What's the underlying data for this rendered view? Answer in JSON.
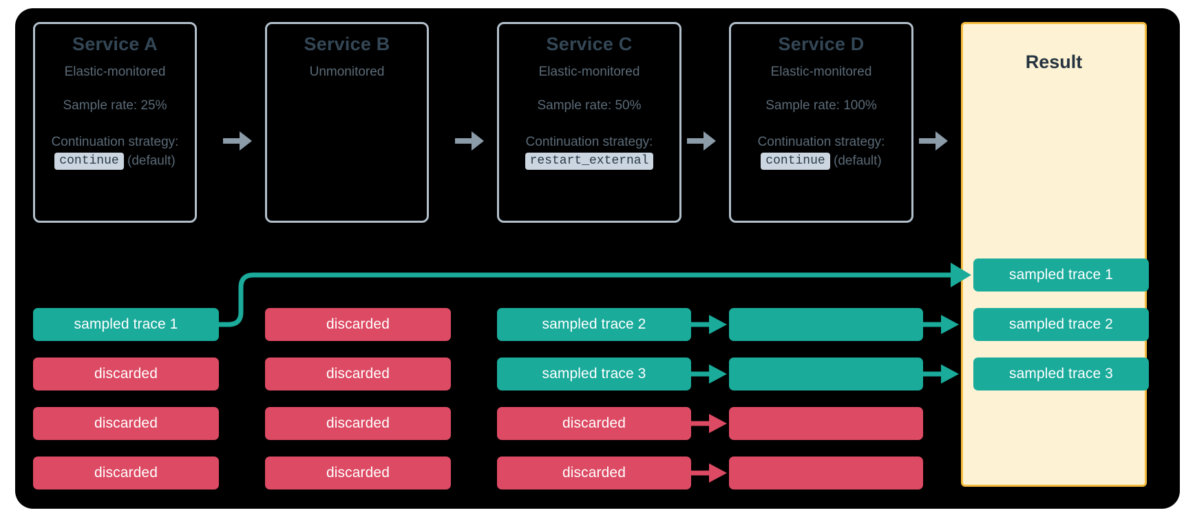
{
  "diagram": {
    "title": "Distributed tracing sampling continuation across services",
    "colors": {
      "canvas_background": "#000000",
      "service_border": "#b3c0cc",
      "service_title_text": "#344756",
      "service_body_text": "#5b6b78",
      "code_badge_background": "#cbd6e0",
      "result_background": "#fdf3d4",
      "result_border": "#f5bd3f",
      "sampled_teal": "#1aab9b",
      "discarded_red": "#dd4a63",
      "gray_arrow": "#8c9ba8"
    }
  },
  "services": [
    {
      "id": "service-a",
      "title": "Service A",
      "monitoring": "Elastic-monitored",
      "sample_rate": "Sample rate: 25%",
      "continuation_label": "Continuation strategy:",
      "strategy": "continue",
      "strategy_note": "(default)"
    },
    {
      "id": "service-b",
      "title": "Service B",
      "monitoring": "Unmonitored",
      "sample_rate": "",
      "continuation_label": "",
      "strategy": "",
      "strategy_note": ""
    },
    {
      "id": "service-c",
      "title": "Service C",
      "monitoring": "Elastic-monitored",
      "sample_rate": "Sample rate: 50%",
      "continuation_label": "Continuation strategy:",
      "strategy": "restart_external",
      "strategy_note": ""
    },
    {
      "id": "service-d",
      "title": "Service D",
      "monitoring": "Elastic-monitored",
      "sample_rate": "Sample rate: 100%",
      "continuation_label": "Continuation strategy:",
      "strategy": "continue",
      "strategy_note": "(default)"
    }
  ],
  "result_panel": {
    "title": "Result",
    "items": [
      {
        "label": "sampled trace 1",
        "state": "sampled"
      },
      {
        "label": "sampled trace 2",
        "state": "sampled"
      },
      {
        "label": "sampled trace 3",
        "state": "sampled"
      }
    ]
  },
  "trace_columns": [
    {
      "service": "Service A",
      "rows": [
        {
          "label": "sampled trace 1",
          "state": "sampled"
        },
        {
          "label": "discarded",
          "state": "discarded"
        },
        {
          "label": "discarded",
          "state": "discarded"
        },
        {
          "label": "discarded",
          "state": "discarded"
        }
      ]
    },
    {
      "service": "Service B",
      "rows": [
        {
          "label": "discarded",
          "state": "discarded"
        },
        {
          "label": "discarded",
          "state": "discarded"
        },
        {
          "label": "discarded",
          "state": "discarded"
        },
        {
          "label": "discarded",
          "state": "discarded"
        }
      ]
    },
    {
      "service": "Service C",
      "rows": [
        {
          "label": "sampled trace 2",
          "state": "sampled"
        },
        {
          "label": "sampled trace 3",
          "state": "sampled"
        },
        {
          "label": "discarded",
          "state": "discarded"
        },
        {
          "label": "discarded",
          "state": "discarded"
        }
      ]
    },
    {
      "service": "Service D",
      "rows": [
        {
          "label": "",
          "state": "sampled"
        },
        {
          "label": "",
          "state": "sampled"
        },
        {
          "label": "",
          "state": "discarded"
        },
        {
          "label": "",
          "state": "discarded"
        }
      ]
    }
  ],
  "flow_arrows": {
    "top_row": [
      {
        "from": "service-a",
        "to": "service-b",
        "icon": "arrow-right-icon"
      },
      {
        "from": "service-b",
        "to": "service-c",
        "icon": "arrow-right-icon"
      },
      {
        "from": "service-c",
        "to": "service-d",
        "icon": "arrow-right-icon"
      },
      {
        "from": "service-d",
        "to": "result",
        "icon": "arrow-right-icon"
      }
    ],
    "trace_row": [
      {
        "from": "service-c-row-1",
        "to": "service-d-row-1",
        "state": "sampled"
      },
      {
        "from": "service-c-row-2",
        "to": "service-d-row-2",
        "state": "sampled"
      },
      {
        "from": "service-c-row-3",
        "to": "service-d-row-3",
        "state": "discarded"
      },
      {
        "from": "service-c-row-4",
        "to": "service-d-row-4",
        "state": "discarded"
      },
      {
        "from": "service-d-row-1",
        "to": "result-item-2",
        "state": "sampled"
      },
      {
        "from": "service-d-row-2",
        "to": "result-item-3",
        "state": "sampled"
      },
      {
        "from": "service-a-row-1",
        "to": "result-item-1",
        "state": "sampled"
      }
    ]
  }
}
